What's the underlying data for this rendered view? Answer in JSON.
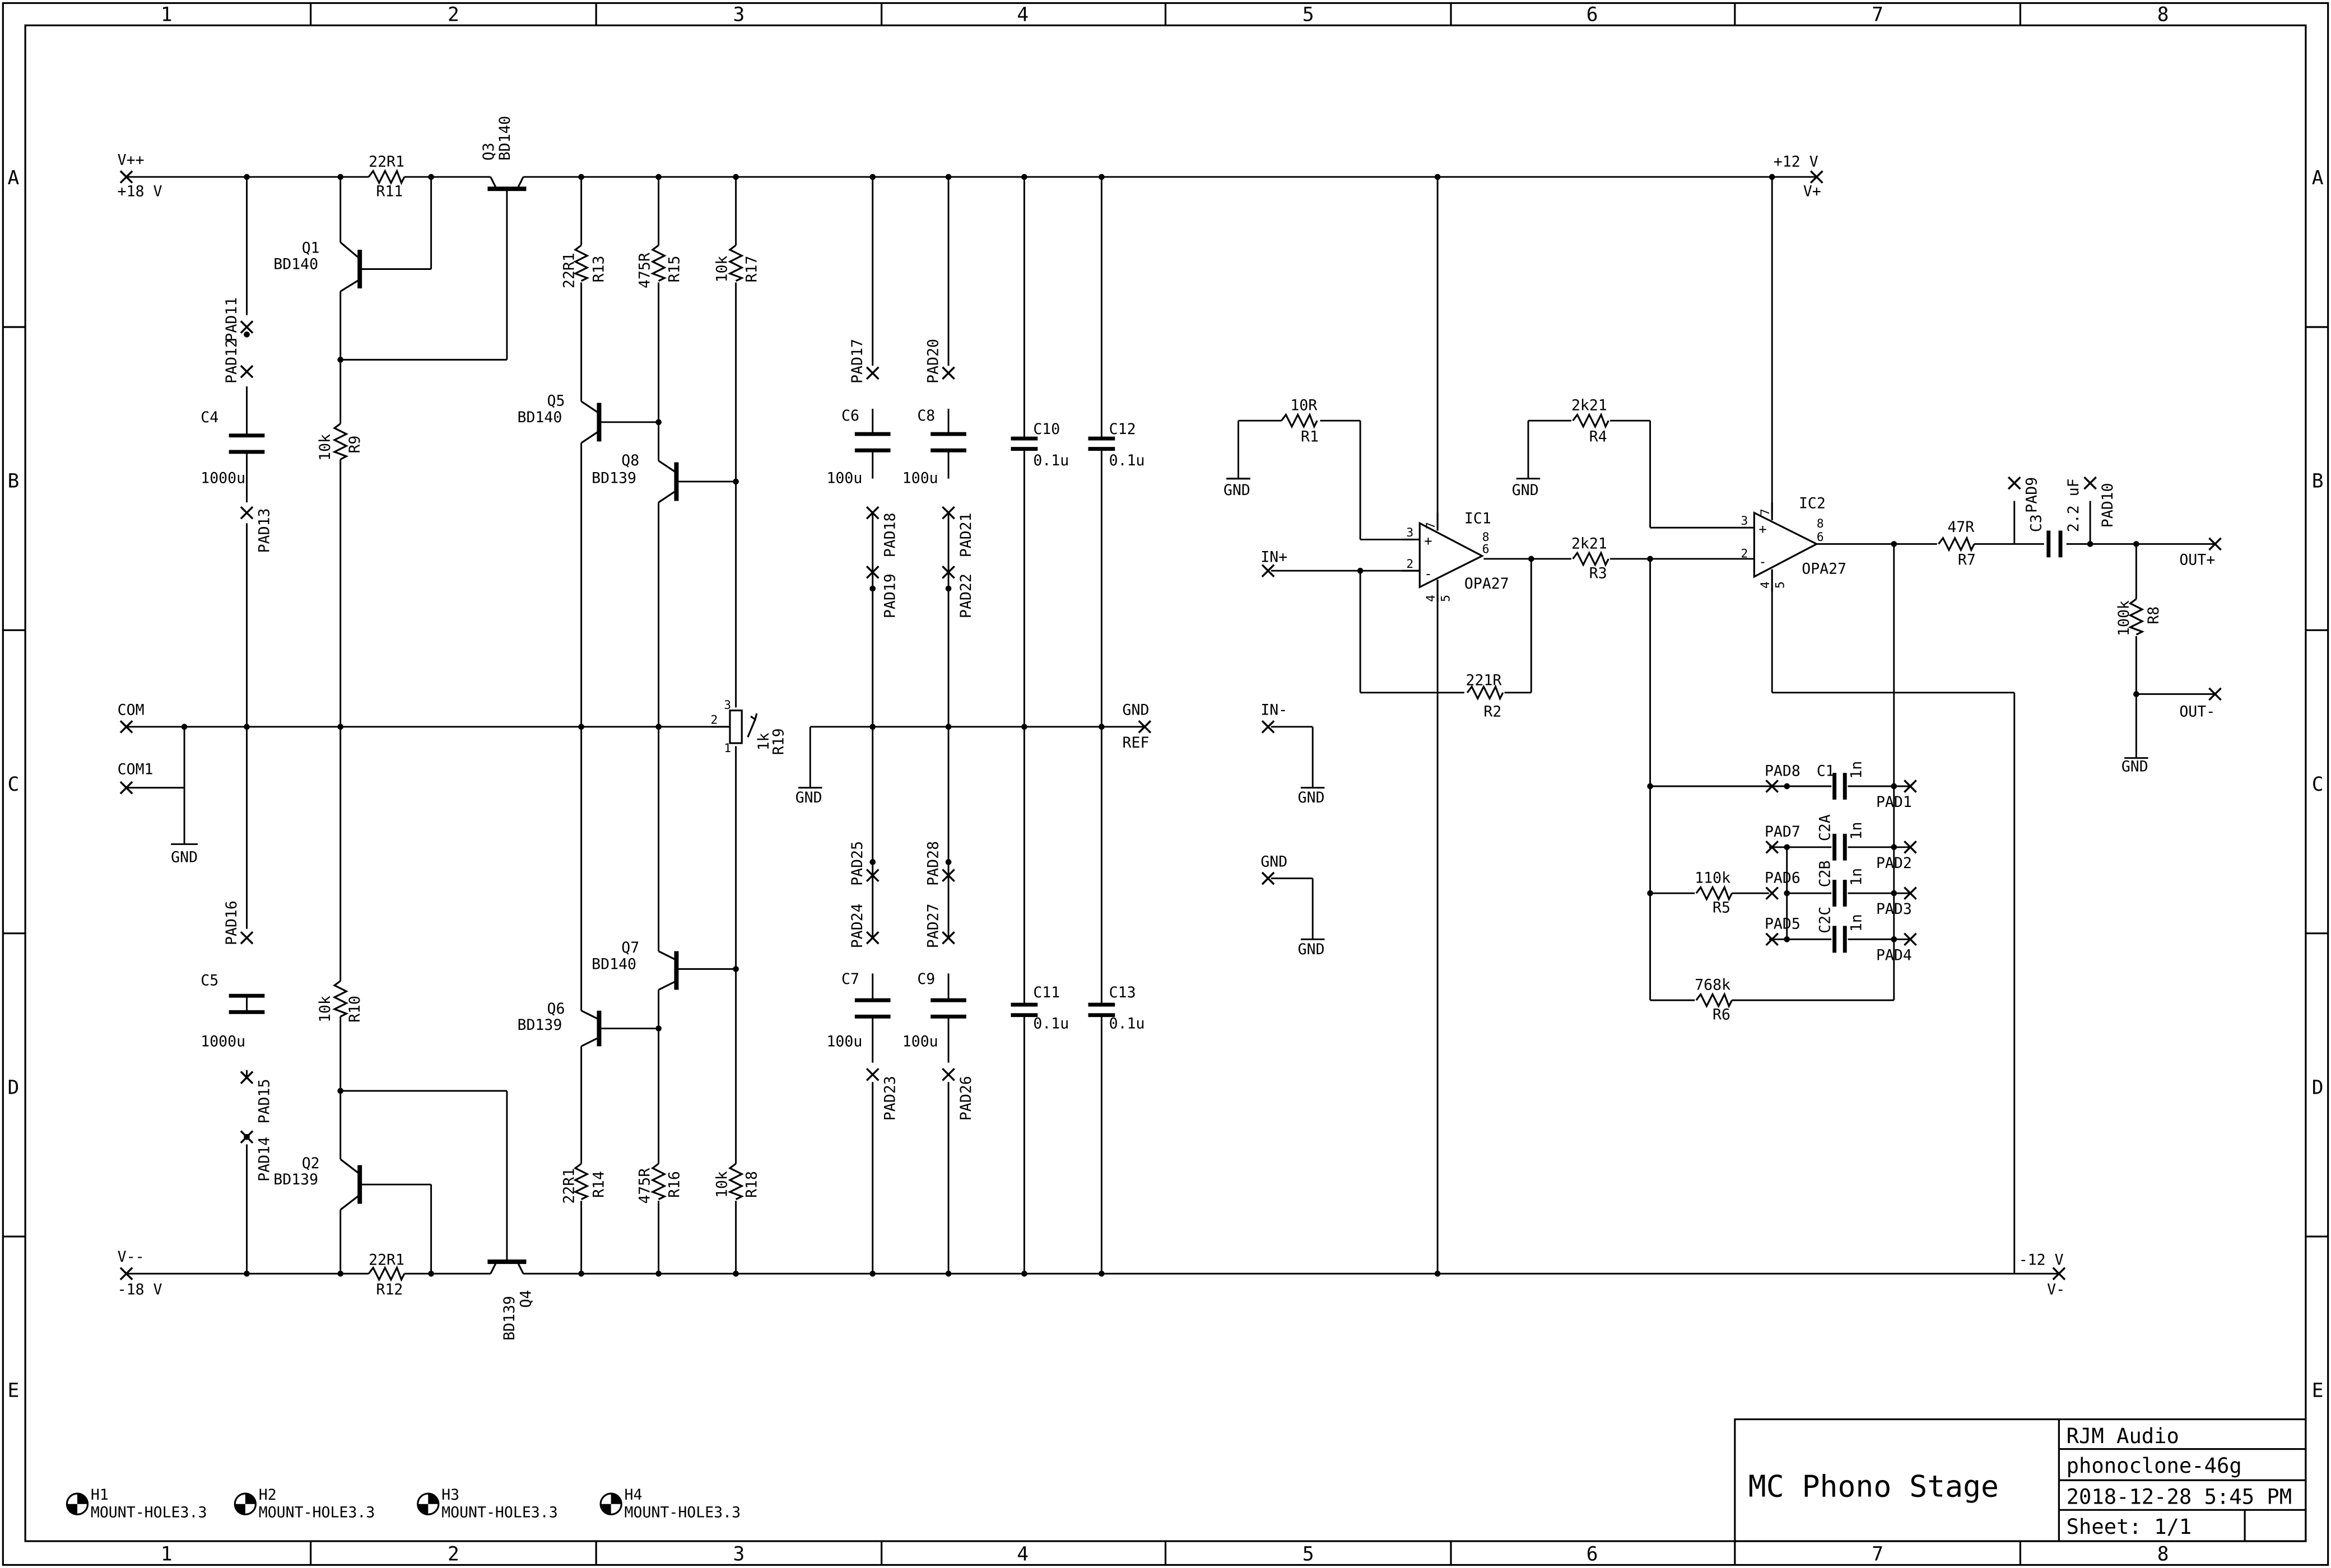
{
  "frame": {
    "columns": [
      "1",
      "2",
      "3",
      "4",
      "5",
      "6",
      "7",
      "8"
    ],
    "rows": [
      "A",
      "B",
      "C",
      "D",
      "E"
    ]
  },
  "title_block": {
    "title": "MC Phono Stage",
    "company": "RJM Audio",
    "project": "phonoclone-46g",
    "date": "2018-12-28 5:45 PM",
    "sheet": "Sheet: 1/1"
  },
  "ports": {
    "vpp": "V++",
    "vpp_val": "+18 V",
    "vmm": "V--",
    "vmm_val": "-18 V",
    "com": "COM",
    "com1": "COM1",
    "vp_val": "+12 V",
    "vp": "V+",
    "vm_val": "-12 V",
    "vm": "V-",
    "in_p": "IN+",
    "in_n": "IN-",
    "out_p": "OUT+",
    "out_n": "OUT-",
    "gnd": "GND",
    "gnd_ref": "GND",
    "ref": "REF"
  },
  "components": {
    "r11": {
      "name": "R11",
      "value": "22R1"
    },
    "r12": {
      "name": "R12",
      "value": "22R1"
    },
    "r9": {
      "name": "R9",
      "value": "10k"
    },
    "r10": {
      "name": "R10",
      "value": "10k"
    },
    "r13": {
      "name": "R13",
      "value": "22R1"
    },
    "r14": {
      "name": "R14",
      "value": "22R1"
    },
    "r15": {
      "name": "R15",
      "value": "475R"
    },
    "r16": {
      "name": "R16",
      "value": "475R"
    },
    "r17": {
      "name": "R17",
      "value": "10k"
    },
    "r18": {
      "name": "R18",
      "value": "10k"
    },
    "r19": {
      "name": "R19",
      "value": "1k"
    },
    "q1": {
      "name": "Q1",
      "value": "BD140"
    },
    "q2": {
      "name": "Q2",
      "value": "BD139"
    },
    "q3": {
      "name": "Q3",
      "value": "BD140"
    },
    "q4": {
      "name": "Q4",
      "value": "BD139"
    },
    "q5": {
      "name": "Q5",
      "value": "BD140"
    },
    "q6": {
      "name": "Q6",
      "value": "BD139"
    },
    "q7": {
      "name": "Q7",
      "value": "BD140"
    },
    "q8": {
      "name": "Q8",
      "value": "BD139"
    },
    "c4": {
      "name": "C4",
      "value": "1000u"
    },
    "c5": {
      "name": "C5",
      "value": "1000u"
    },
    "c6": {
      "name": "C6",
      "value": "100u"
    },
    "c7": {
      "name": "C7",
      "value": "100u"
    },
    "c8": {
      "name": "C8",
      "value": "100u"
    },
    "c9": {
      "name": "C9",
      "value": "100u"
    },
    "c10": {
      "name": "C10",
      "value": "0.1u"
    },
    "c11": {
      "name": "C11",
      "value": "0.1u"
    },
    "c12": {
      "name": "C12",
      "value": "0.1u"
    },
    "c13": {
      "name": "C13",
      "value": "0.1u"
    },
    "r1": {
      "name": "R1",
      "value": "10R"
    },
    "r2": {
      "name": "R2",
      "value": "221R"
    },
    "r3": {
      "name": "R3",
      "value": "2k21"
    },
    "r4": {
      "name": "R4",
      "value": "2k21"
    },
    "r5": {
      "name": "R5",
      "value": "110k"
    },
    "r6": {
      "name": "R6",
      "value": "768k"
    },
    "r7": {
      "name": "R7",
      "value": "47R"
    },
    "r8": {
      "name": "R8",
      "value": "100k"
    },
    "ic1": {
      "name": "IC1",
      "value": "OPA27"
    },
    "ic2": {
      "name": "IC2",
      "value": "OPA27"
    },
    "c1": {
      "name": "C1",
      "value": "1n"
    },
    "c2a": {
      "name": "C2A",
      "value": "1n"
    },
    "c2b": {
      "name": "C2B",
      "value": "1n"
    },
    "c2c": {
      "name": "C2C",
      "value": "1n"
    },
    "c3": {
      "name": "C3",
      "value": "2.2 uF"
    }
  },
  "pads": {
    "p1": "PAD1",
    "p2": "PAD2",
    "p3": "PAD3",
    "p4": "PAD4",
    "p5": "PAD5",
    "p6": "PAD6",
    "p7": "PAD7",
    "p8": "PAD8",
    "p9": "PAD9",
    "p10": "PAD10",
    "p11": "PAD11",
    "p12": "PAD12",
    "p13": "PAD13",
    "p14": "PAD14",
    "p15": "PAD15",
    "p16": "PAD16",
    "p17": "PAD17",
    "p18": "PAD18",
    "p19": "PAD19",
    "p20": "PAD20",
    "p21": "PAD21",
    "p22": "PAD22",
    "p23": "PAD23",
    "p24": "PAD24",
    "p25": "PAD25",
    "p26": "PAD26",
    "p27": "PAD27",
    "p28": "PAD28"
  },
  "pins": {
    "p1": "1",
    "p2": "2",
    "p3": "3",
    "p4": "4",
    "p5": "5",
    "p6": "6",
    "p7": "7",
    "p8": "8",
    "plus": "+",
    "minus": "-"
  },
  "mount_holes": [
    {
      "name": "H1",
      "value": "MOUNT-HOLE3.3"
    },
    {
      "name": "H2",
      "value": "MOUNT-HOLE3.3"
    },
    {
      "name": "H3",
      "value": "MOUNT-HOLE3.3"
    },
    {
      "name": "H4",
      "value": "MOUNT-HOLE3.3"
    }
  ]
}
